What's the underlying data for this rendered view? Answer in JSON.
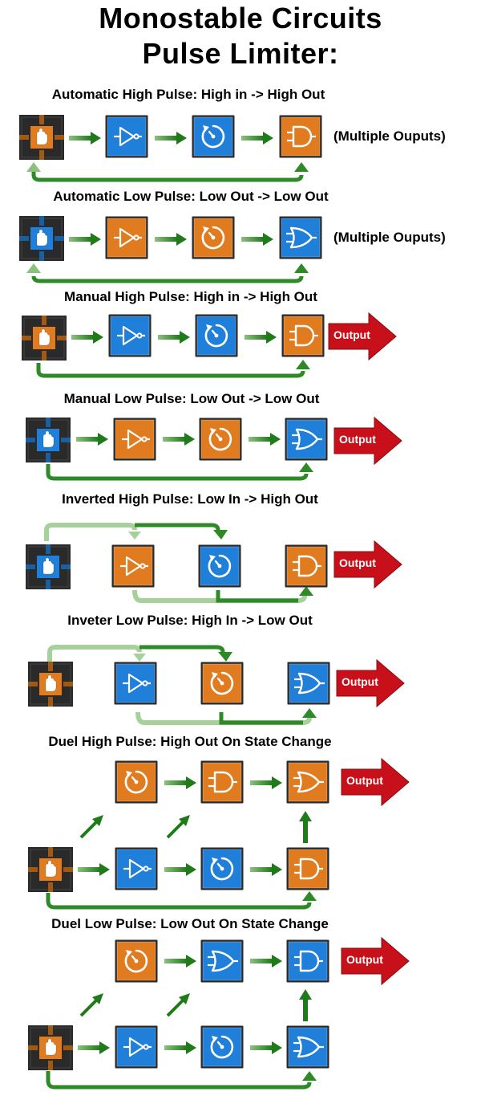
{
  "title": {
    "line1": "Monostable Circuits",
    "line2": "Pulse Limiter:"
  },
  "colors": {
    "orange": "#e07c1f",
    "blue": "#1f7fd9",
    "arrow_green": "#1f7a1a",
    "arrow_light": "#8cc07f",
    "output_red": "#c8101a",
    "switch_bg": "#2a2a2a"
  },
  "icons": {
    "not_gate": "not-gate-icon",
    "timer": "timer-icon",
    "and_gate": "and-gate-icon",
    "or_gate": "or-gate-icon",
    "switch": "hand-switch-icon"
  },
  "sections": [
    {
      "id": "automatic-high",
      "title": "Automatic High Pulse: High in -> High Out",
      "switch_color": "orange",
      "blocks": [
        "not-blue",
        "timer-blue",
        "and-orange"
      ],
      "note": "(Multiple Ouputs)"
    },
    {
      "id": "automatic-low",
      "title": "Automatic Low Pulse: Low Out -> Low Out",
      "switch_color": "blue",
      "blocks": [
        "not-orange",
        "timer-orange",
        "or-blue"
      ],
      "note": "(Multiple Ouputs)"
    },
    {
      "id": "manual-high",
      "title": "Manual High Pulse: High in -> High Out",
      "switch_color": "orange",
      "blocks": [
        "not-blue",
        "timer-blue",
        "and-orange"
      ],
      "output": "Output"
    },
    {
      "id": "manual-low",
      "title": "Manual Low Pulse: Low Out -> Low Out",
      "switch_color": "blue",
      "blocks": [
        "not-orange",
        "timer-orange",
        "or-blue"
      ],
      "output": "Output"
    },
    {
      "id": "inverted-high",
      "title": "Inverted High Pulse: Low In -> High Out",
      "switch_color": "blue",
      "blocks": [
        "not-orange",
        "timer-blue",
        "and-orange"
      ],
      "output": "Output"
    },
    {
      "id": "inverter-low",
      "title": "Inveter Low Pulse: High In -> Low Out",
      "switch_color": "orange",
      "blocks": [
        "not-blue",
        "timer-orange",
        "or-blue"
      ],
      "output": "Output"
    },
    {
      "id": "duel-high",
      "title": "Duel High Pulse: High Out On State Change",
      "switch_color": "orange",
      "top_blocks": [
        "timer-orange",
        "and-orange",
        "or-orange"
      ],
      "bottom_blocks": [
        "not-blue",
        "timer-blue",
        "and-orange"
      ],
      "output": "Output"
    },
    {
      "id": "duel-low",
      "title": "Duel Low Pulse: Low Out On State Change",
      "switch_color": "orange",
      "top_blocks": [
        "timer-orange",
        "or-blue",
        "and-blue"
      ],
      "bottom_blocks": [
        "not-blue",
        "timer-blue",
        "or-blue"
      ],
      "output": "Output"
    }
  ]
}
